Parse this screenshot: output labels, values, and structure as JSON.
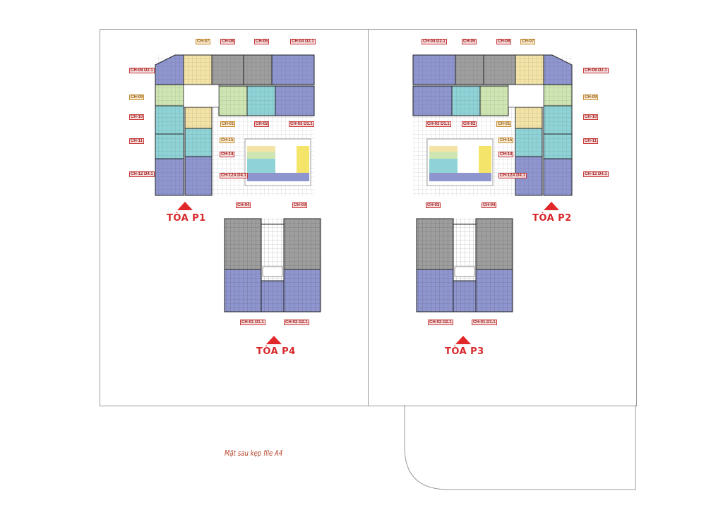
{
  "towers": {
    "p1": "TÒA P1",
    "p2": "TÒA P2",
    "p3": "TÒA P3",
    "p4": "TÒA P4"
  },
  "footer_note": "Mặt sau kẹp file A4",
  "unit_tags": {
    "p1": [
      "CH-07",
      "CH-06",
      "CH-05",
      "CH-04 D2.1",
      "CH-08 D2.1",
      "CH-09",
      "CH-10",
      "CH-11",
      "CH-12 D4.1",
      "CH-01",
      "CH-02",
      "CH-03 D1.1",
      "CH-15",
      "CH-14",
      "CH-12A D4.1"
    ],
    "p2": [
      "CH-04 D2.1",
      "CH-05",
      "CH-06",
      "CH-07",
      "CH-08 D2.1",
      "CH-09",
      "CH-10",
      "CH-11",
      "CH-12 D4.1",
      "CH-03 D1.1",
      "CH-02",
      "CH-01",
      "CH-15",
      "CH-14",
      "CH-12A D4.1"
    ],
    "p3": [
      "CH-03",
      "CH-04",
      "CH-02 D2.1",
      "CH-01 D1.1"
    ],
    "p4": [
      "CH-04",
      "CH-03",
      "CH-01 D1.1",
      "CH-02 D2.1"
    ]
  },
  "colors": {
    "purple_unit": "#8f96cf",
    "gray_unit": "#9e9e9e",
    "green_unit": "#cfe6b2",
    "cyan_unit": "#8fd3d6",
    "yellow_unit": "#f3e3a6",
    "accent_red": "#e0282a"
  }
}
